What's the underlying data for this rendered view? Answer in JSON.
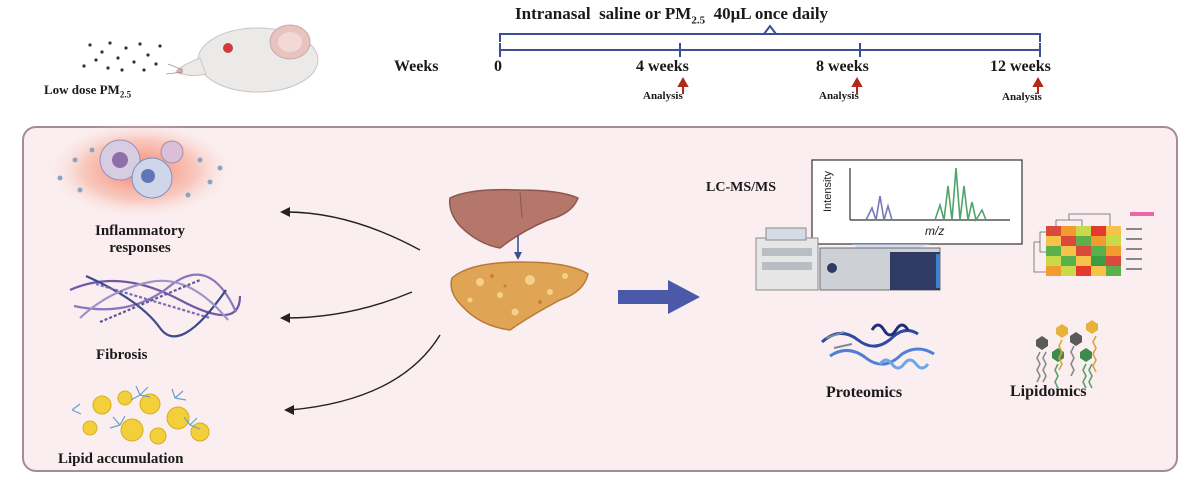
{
  "top": {
    "pm_label": "Low dose PM",
    "pm_sub": "2.5",
    "timeline_title_pre": "Intranasal  saline or PM",
    "timeline_title_sub": "2.5",
    "timeline_title_post": "  40μL once daily",
    "weeks_label": "Weeks",
    "ticks": [
      "0",
      "4 weeks",
      "8 weeks",
      "12 weeks"
    ],
    "analysis_label": "Analysis"
  },
  "panel": {
    "outcomes": [
      "Inflammatory responses",
      "Fibrosis",
      "Lipid accumulation"
    ],
    "outcome_line1": "Inflammatory",
    "outcome_line2": "responses",
    "lcms_label": "LC-MS/MS",
    "spectrum_ylabel": "Intensity",
    "spectrum_xlabel": "m/z",
    "proteomics_label": "Proteomics",
    "lipidomics_label": "Lipidomics"
  },
  "colors": {
    "panel_bg": "#fbeef0",
    "panel_border": "#a58a98",
    "timeline_line": "#3c4f96",
    "arrow_red": "#b02a1e",
    "big_arrow": "#4a5aa8",
    "liver_healthy": "#b5776a",
    "liver_fatty": "#e0a455"
  }
}
